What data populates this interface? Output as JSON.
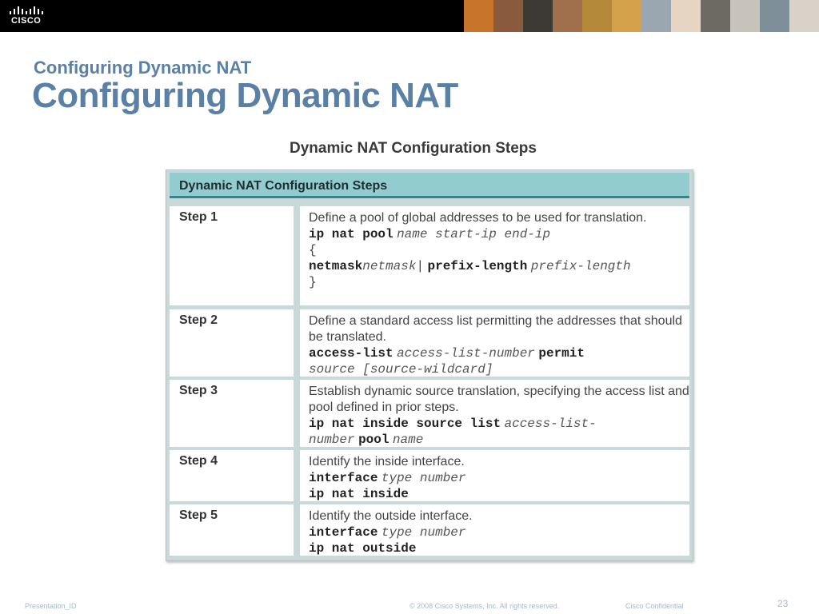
{
  "brand": {
    "logo_text": "CISCO"
  },
  "slide": {
    "pretitle": "Configuring Dynamic NAT",
    "title": "Configuring Dynamic NAT",
    "caption": "Dynamic NAT Configuration Steps"
  },
  "table": {
    "header": "Dynamic NAT Configuration Steps",
    "steps": [
      {
        "label": "Step 1",
        "desc": "Define a pool of global addresses to be used for translation.",
        "cmd1_kw": "ip nat pool",
        "cmd1_arg": "name start-ip end-ip",
        "brace_open": "{",
        "cmd2_kw": "netmask",
        "cmd2_arg": "netmask",
        "cmd2_sep": "|",
        "cmd2_kw2": "prefix-length",
        "cmd2_arg2": "prefix-length",
        "brace_close": "}"
      },
      {
        "label": "Step 2",
        "desc": "Define a standard access list permitting the addresses that should be translated.",
        "cmd1_kw": "access-list",
        "cmd1_arg": "access-list-number",
        "cmd1_kw2": "permit",
        "cmd2_arg": "source [source-wildcard]"
      },
      {
        "label": "Step 3",
        "desc": "Establish dynamic source translation, specifying the access list and pool defined in prior steps.",
        "cmd1_kw": "ip nat inside source list",
        "cmd1_arg": "access-list-",
        "cmd2_arg": "number",
        "cmd2_kw": "pool",
        "cmd2_arg2": "name"
      },
      {
        "label": "Step 4",
        "desc": "Identify the inside interface.",
        "cmd1_kw": "interface",
        "cmd1_arg": "type number",
        "cmd2_kw": "ip nat inside"
      },
      {
        "label": "Step 5",
        "desc": "Identify the outside interface.",
        "cmd1_kw": "interface",
        "cmd1_arg": "type number",
        "cmd2_kw": "ip nat outside"
      }
    ]
  },
  "footer": {
    "presentation_id": "Presentation_ID",
    "copyright": "© 2008 Cisco Systems, Inc. All rights reserved.",
    "confidential": "Cisco Confidential",
    "page_number": "23"
  },
  "colors": {
    "title": "#5a80a5",
    "table_header": "#93cccf",
    "table_header_rule": "#2c8a8f",
    "footer_text": "#a7b9c9"
  }
}
